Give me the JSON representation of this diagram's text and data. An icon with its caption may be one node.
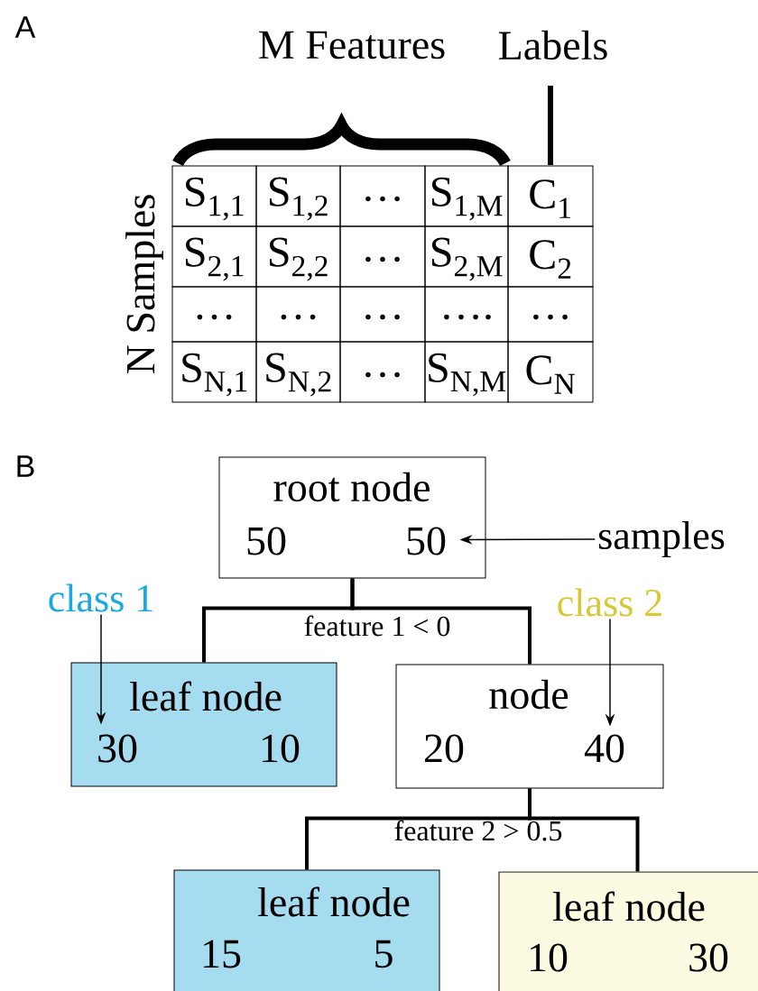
{
  "diagram": {
    "nodes": [
      {
        "text": [
          "root node",
          "50",
          "50"
        ]
      },
      {
        "text": [
          "leaf node",
          "30",
          "10"
        ]
      },
      {
        "text": [
          "node",
          "20",
          "40"
        ]
      },
      {
        "text": [
          "leaf node",
          "15",
          "5"
        ]
      },
      {
        "text": [
          "leaf node",
          "10",
          "30"
        ]
      },
      {
        "text": [
          "samples"
        ]
      },
      {
        "text": [
          "class 1"
        ]
      },
      {
        "text": [
          "class 2"
        ]
      }
    ],
    "edges": [
      {
        "from": 0,
        "to": 1,
        "arrow": "none",
        "label": "feature 1 < 0"
      },
      {
        "from": 0,
        "to": 2,
        "arrow": "none"
      },
      {
        "from": 2,
        "to": 3,
        "arrow": "none",
        "label": "feature 2 > 0.5"
      },
      {
        "from": 2,
        "to": 4,
        "arrow": "none"
      },
      {
        "from": 5,
        "to": 0,
        "arrow": "to"
      },
      {
        "from": 6,
        "to": 1,
        "arrow": "to"
      },
      {
        "from": 7,
        "to": 2,
        "arrow": "to"
      }
    ],
    "labels": [
      "A",
      "M Features",
      "Labels",
      "N Samples",
      "S$_{1,1}$",
      "S$_{1,2}$",
      "…",
      "S$_{1,M}$",
      "C$_{1}$",
      "S$_{2,1}$",
      "S$_{2,2}$",
      "…",
      "S$_{2,M}$",
      "C$_{2}$",
      "…",
      "…",
      "…",
      "….",
      "…",
      "S$_{N,1}$",
      "S$_{N,2}$",
      "…",
      "S$_{N,M}$",
      "C$_{N}$",
      "B"
    ]
  }
}
